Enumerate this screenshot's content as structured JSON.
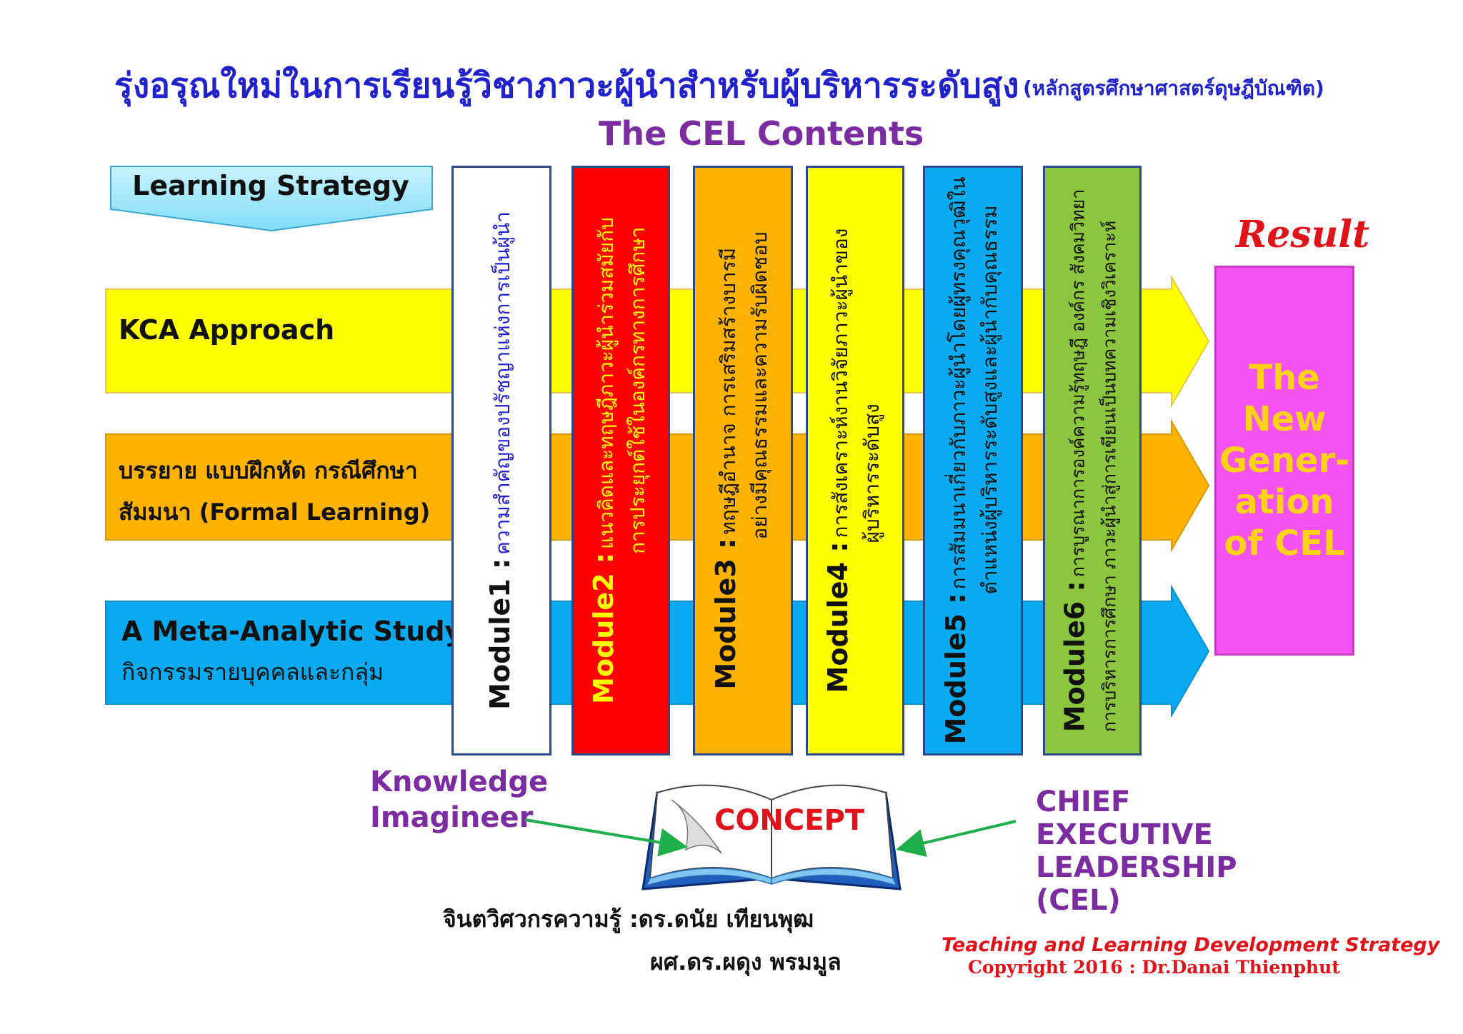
{
  "header": {
    "title": "รุ่งอรุณใหม่ในการเรียนรู้วิชาภาวะผู้นำสำหรับผู้บริหารระดับสูง",
    "subtitle": "(หลักสูตรศึกษาศาสตร์ดุษฎีบัณฑิต)",
    "contents_title": "The CEL Contents"
  },
  "strategy": {
    "label": "Learning Strategy",
    "bands": [
      {
        "line1": "KCA  Approach",
        "line2": "",
        "color": "#ffff00",
        "outline": "#e6c84a"
      },
      {
        "line1": "บรรยาย แบบฝึกหัด กรณีศึกษา",
        "line2": "สัมมนา (Formal Learning)",
        "color": "#ffb300",
        "outline": "#d99a00"
      },
      {
        "line1": "A  Meta-Analytic  Study",
        "line2": "กิจกรรมรายบุคคลและกลุ่ม",
        "color": "#0aaaf0",
        "outline": "#0090d0"
      }
    ]
  },
  "modules": [
    {
      "title": "Module1 :",
      "lines": [
        "ความสำคัญของปรัชญาแห่งการเป็นผู้นำ"
      ],
      "fill": "#ffffff",
      "title_color": "#111111",
      "text_color": "#2222cc"
    },
    {
      "title": "Module2 :",
      "lines": [
        "แนวคิดและทฤษฎีภาวะผู้นำร่วมสมัยกับ",
        "การประยุกต์ใช้ในองค์กรทางการศึกษา"
      ],
      "fill": "#ff0000",
      "title_color": "#ffff00",
      "text_color": "#ffff00"
    },
    {
      "title": "Module3 :",
      "lines": [
        "ทฤษฎีอำนาจ การเสริมสร้างบารมี",
        "อย่างมีคุณธรรมและความรับผิดชอบ"
      ],
      "fill": "#ffb300",
      "title_color": "#111111",
      "text_color": "#111111"
    },
    {
      "title": "Module4 :",
      "lines": [
        "การสังเคราะห์งานวิจัยภาวะผู้นำของ",
        "ผู้บริหารระดับสูง"
      ],
      "fill": "#ffff00",
      "title_color": "#111111",
      "text_color": "#111111"
    },
    {
      "title": "Module5 :",
      "lines": [
        "การสัมมนาเกี่ยวกับภาวะผู้นำโดยผู้ทรงคุณวุฒิใน",
        "ตำแหน่งผู้บริหารระดับสูงและผู้นำกับคุณธรรม"
      ],
      "fill": "#0aaaf0",
      "title_color": "#111111",
      "text_color": "#111111"
    },
    {
      "title": "Module6 :",
      "lines": [
        "การบูรณาการองค์ความรู้ทฤษฎี องค์กร สังคมวิทยา",
        "การบริหารการศึกษา ภาวะผู้นำสู่การเขียนเป็นบทความเชิงวิเคราะห์"
      ],
      "fill": "#8cc63f",
      "title_color": "#111111",
      "text_color": "#111111"
    }
  ],
  "result": {
    "label": "Result",
    "lines": [
      "The",
      "New",
      "Gener-",
      "ation",
      "of CEL"
    ]
  },
  "concept": {
    "book_label": "CONCEPT",
    "left_label_1": "Knowledge",
    "left_label_2": "Imagineer",
    "right_label_1": "CHIEF",
    "right_label_2": "EXECUTIVE",
    "right_label_3": "LEADERSHIP",
    "right_label_4": "(CEL)"
  },
  "authors": {
    "line1": "จินตวิศวกรความรู้ :ดร.ดนัย  เทียนพุฒ",
    "line2": "ผศ.ดร.ผดุง   พรมมูล"
  },
  "footer": {
    "strategy": "Teaching and Learning  Development Strategy",
    "copyright": "Copyright  2016  : Dr.Danai  Thienphut"
  }
}
